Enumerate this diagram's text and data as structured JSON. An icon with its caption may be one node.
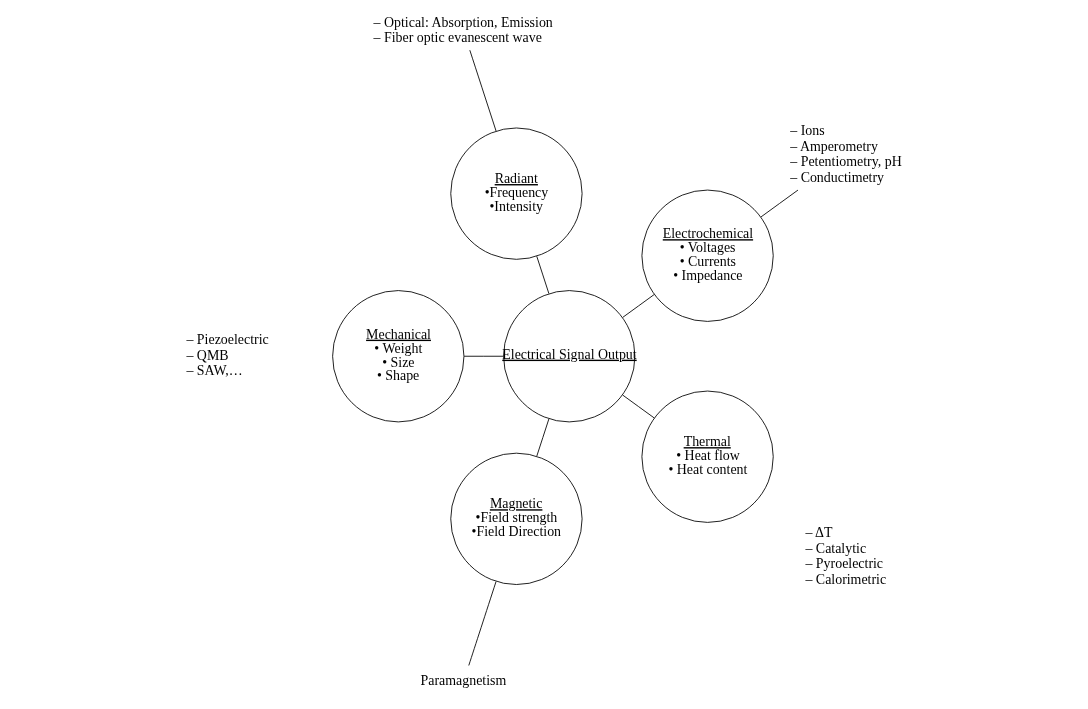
{
  "diagram": {
    "nodes": [
      {
        "text": [
          "– Ions",
          "– Amperometry",
          "– Petentiometry, pH",
          "– Conductimetry"
        ]
      },
      {
        "text": [
          "– Optical: Absorption, Emission",
          "– Fiber optic evanescent wave"
        ]
      },
      {
        "text": [
          "Electrochemical",
          "• Voltages",
          "• Currents",
          "• Impedance"
        ]
      },
      {
        "text": [
          "Radiant",
          "•Frequency",
          "•Intensity"
        ]
      },
      {
        "text": [
          "Mechanical",
          "• Weight",
          "• Size",
          "• Shape"
        ],
        "beside": [
          "– Piezoelectric",
          "– QMB",
          "– SAW,…"
        ]
      },
      {
        "text": [
          "Paramagnetism"
        ]
      },
      {
        "text": [
          "Magnetic",
          "•Field strength",
          "•Field Direction"
        ]
      },
      {
        "text": [
          "Thermal",
          "• Heat flow",
          "• Heat content"
        ],
        "beside": [
          "– ΔT",
          "– Catalytic",
          "– Pyroelectric",
          "– Calorimetric"
        ]
      },
      {
        "text": [
          "Electrical Signal Output"
        ]
      }
    ],
    "edges": [
      {
        "from": 2,
        "to": 0,
        "arrow": "none"
      },
      {
        "from": 3,
        "to": 1,
        "arrow": "none"
      },
      {
        "from": 6,
        "to": 5,
        "arrow": "none"
      },
      {
        "from": 8,
        "to": 3,
        "arrow": "none"
      },
      {
        "from": 8,
        "to": 2,
        "arrow": "none"
      },
      {
        "from": 8,
        "to": 4,
        "arrow": "none"
      },
      {
        "from": 8,
        "to": 6,
        "arrow": "none"
      },
      {
        "from": 8,
        "to": 7,
        "arrow": "none"
      }
    ]
  }
}
